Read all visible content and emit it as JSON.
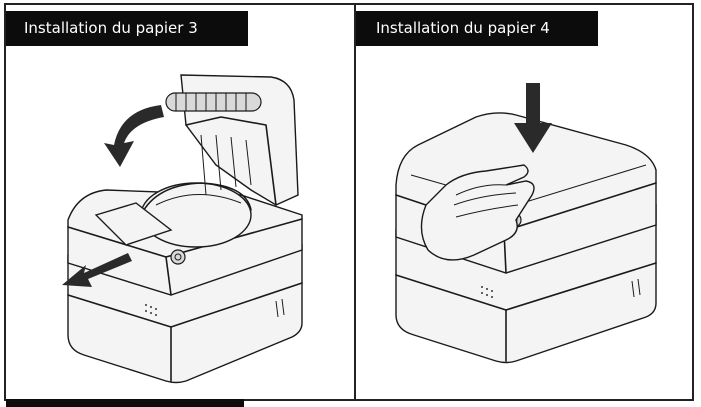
{
  "panels": [
    {
      "title": "Installation du papier 3",
      "illustration": "printer-cover-open-paper-roll"
    },
    {
      "title": "Installation du papier 4",
      "illustration": "printer-cover-close-hand-press"
    }
  ],
  "colors": {
    "title_bar": "#0c0c0c",
    "title_text": "#ffffff",
    "border": "#222222",
    "line_art": "#1a1a1a"
  }
}
